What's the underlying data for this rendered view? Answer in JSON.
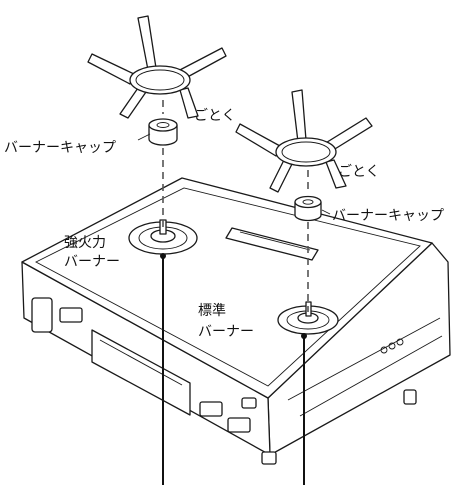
{
  "labels": {
    "gotoku_left": "ごとく",
    "gotoku_right": "ごとく",
    "burner_cap_left": "バーナーキャップ",
    "burner_cap_right": "バーナーキャップ",
    "strong_burner_line1": "強火力",
    "strong_burner_line2": "バーナー",
    "standard_burner_line1": "標準",
    "standard_burner_line2": "バーナー"
  },
  "colors": {
    "line": "#1a1a1a",
    "dash": "#555555",
    "background": "#ffffff"
  }
}
